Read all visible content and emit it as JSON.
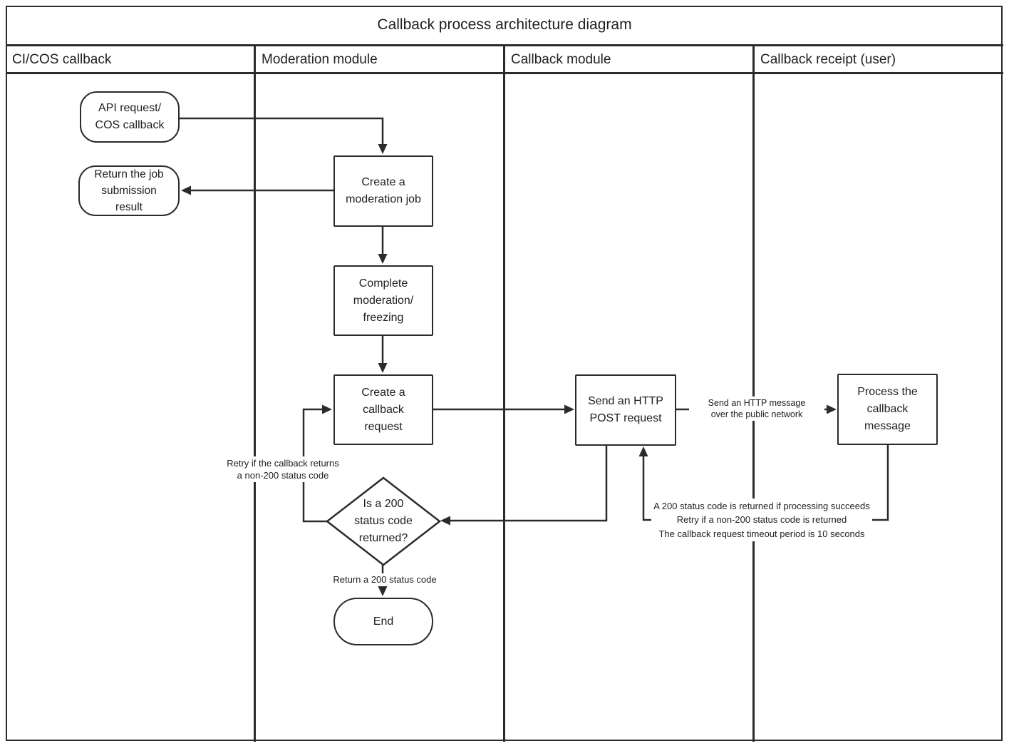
{
  "title": "Callback process architecture diagram",
  "lanes": [
    {
      "label": "CI/COS callback"
    },
    {
      "label": "Moderation module"
    },
    {
      "label": "Callback module"
    },
    {
      "label": "Callback receipt (user)"
    }
  ],
  "nodes": {
    "api_request": {
      "label": "API request/\nCOS callback",
      "shape": "stadium"
    },
    "return_job": {
      "label": "Return the job\nsubmission\nresult",
      "shape": "stadium"
    },
    "create_moderation_job": {
      "label": "Create a\nmoderation job",
      "shape": "rect"
    },
    "complete_moderation": {
      "label": "Complete\nmoderation/\nfreezing",
      "shape": "rect"
    },
    "create_callback_request": {
      "label": "Create a\ncallback\nrequest",
      "shape": "rect"
    },
    "send_http_post": {
      "label": "Send an HTTP\nPOST request",
      "shape": "rect"
    },
    "process_callback_message": {
      "label": "Process the\ncallback\nmessage",
      "shape": "rect"
    },
    "is_200_returned": {
      "label": "Is a 200\nstatus code\nreturned?",
      "shape": "diamond"
    },
    "end": {
      "label": "End",
      "shape": "stadium"
    }
  },
  "edge_labels": {
    "public_network": "Send an HTTP message\nover the public network",
    "status_notes": "A 200 status code is returned if processing succeeds\nRetry if a non-200 status code is returned\nThe callback request timeout period is 10 seconds",
    "retry_non_200": "Retry if the callback returns\na non-200 status code",
    "return_200": "Return a 200 status code"
  },
  "colors": {
    "stroke": "#2b2b2b",
    "text": "#202020",
    "background": "#ffffff"
  }
}
